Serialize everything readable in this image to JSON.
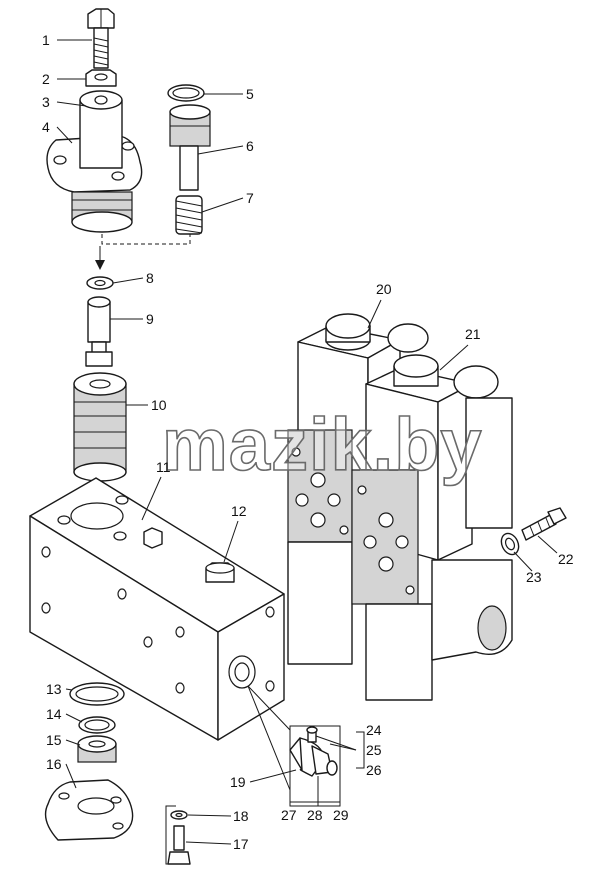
{
  "watermark": "mazik.by",
  "callouts": [
    "1",
    "2",
    "3",
    "4",
    "5",
    "6",
    "7",
    "8",
    "9",
    "10",
    "11",
    "12",
    "13",
    "14",
    "15",
    "16",
    "17",
    "18",
    "19",
    "20",
    "21",
    "22",
    "23",
    "24",
    "25",
    "26",
    "27",
    "28",
    "29"
  ],
  "colors": {
    "line": "#1a1a1a",
    "shade": "#d4d4d4",
    "background": "#ffffff"
  }
}
